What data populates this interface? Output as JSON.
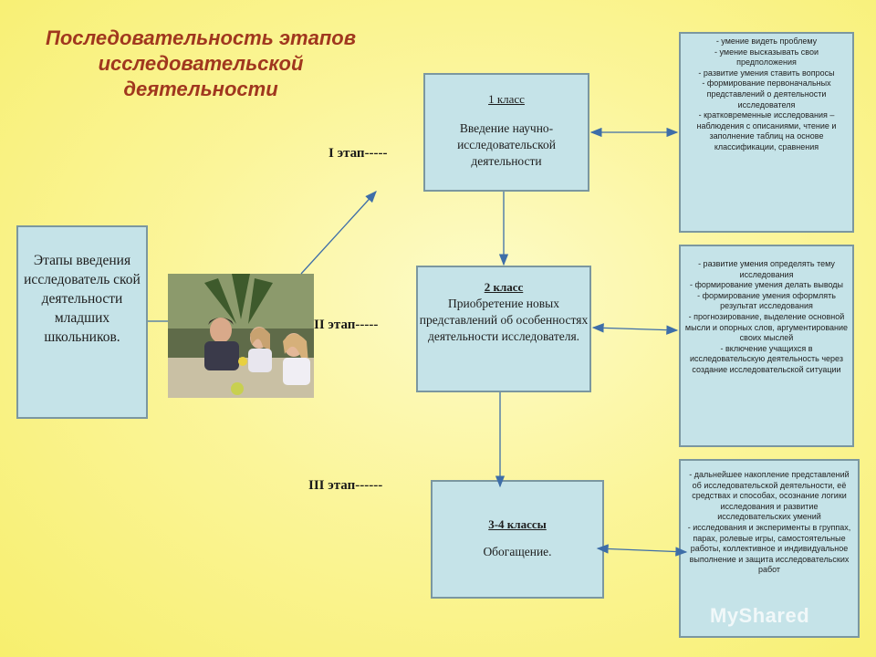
{
  "title": "Последовательность этапов исследовательской деятельности",
  "left_box": "Этапы введения исследователь ской деятельности младших школьников.",
  "stages": [
    "I этап-----",
    "II этап-----",
    "III этап------"
  ],
  "classes": [
    {
      "heading": "1 класс",
      "text": "Введение научно-исследовательской деятельности"
    },
    {
      "heading": "2 класс",
      "text": "Приобретение новых представлений об особенностях деятельности исследователя."
    },
    {
      "heading": "3-4 классы",
      "text": "Обогащение."
    }
  ],
  "notes": [
    [
      "- умение видеть проблему",
      "- умение высказывать свои предположения",
      "- развитие умения ставить вопросы",
      "- формирование первоначальных представлений о деятельности исследователя",
      "- кратковременные исследования – наблюдения с описаниями, чтение и заполнение таблиц на основе классификации, сравнения"
    ],
    [
      "- развитие умения определять тему исследования",
      "- формирование умения делать выводы",
      "- формирование умения оформлять результат исследования",
      "- прогнозирование, выделение основной мысли и опорных слов, аргументирование своих мыслей",
      "- включение учащихся в исследовательскую деятельность через создание исследовательской ситуации"
    ],
    [
      "- дальнейшее накопление представлений об исследовательской деятельности, её средствах и способах, осознание логики исследования и развитие исследовательских умений",
      "- исследования и эксперименты в группах, парах, ролевые игры, самостоятельные работы, коллективное и индивидуальное выполнение и защита исследовательских работ"
    ]
  ],
  "watermark": "MyShared"
}
